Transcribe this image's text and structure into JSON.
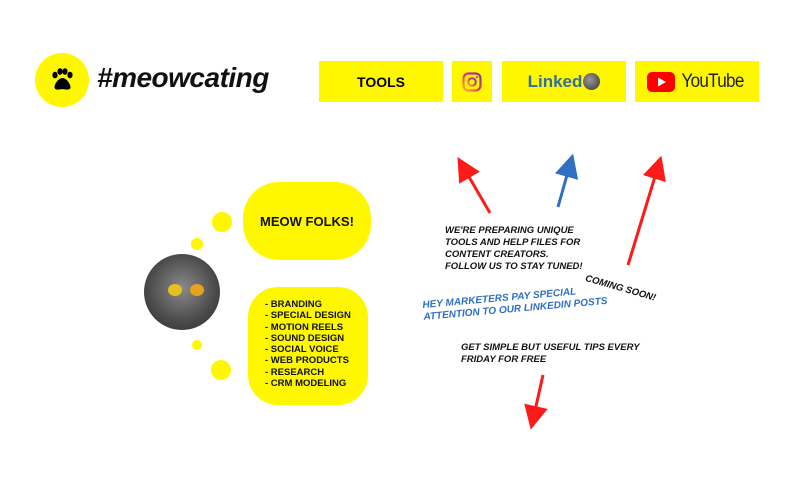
{
  "header": {
    "brand": "#meowcating",
    "logo_icon": "paw-icon"
  },
  "nav": {
    "tools": "TOOLS",
    "instagram_icon": "instagram-icon",
    "linkedin": "Linked",
    "youtube": "YouTube"
  },
  "bubbles": {
    "greeting": "MEOW FOLKS!",
    "services": [
      "- BRANDING",
      "- SPECIAL DESIGN",
      "- MOTION REELS",
      "- SOUND DESIGN",
      "- SOCIAL VOICE",
      "- WEB PRODUCTS",
      "- RESEARCH",
      "- CRM MODELING"
    ]
  },
  "notes": {
    "tools": [
      "WE'RE PREPARING UNIQUE",
      "TOOLS AND HELP FILES FOR",
      "CONTENT CREATORS.",
      "FOLLOW US TO STAY TUNED!"
    ],
    "coming_soon": "COMING SOON!",
    "linkedin": [
      "HEY MARKETERS PAY SPECIAL",
      "ATTENTION TO OUR LINKEDIN POSTS"
    ],
    "youtube": [
      "GET SIMPLE BUT USEFUL TIPS EVERY",
      "FRIDAY FOR FREE"
    ]
  },
  "colors": {
    "yellow": "#fff700",
    "red": "#ff1a1a",
    "blue": "#2f6fc4"
  }
}
